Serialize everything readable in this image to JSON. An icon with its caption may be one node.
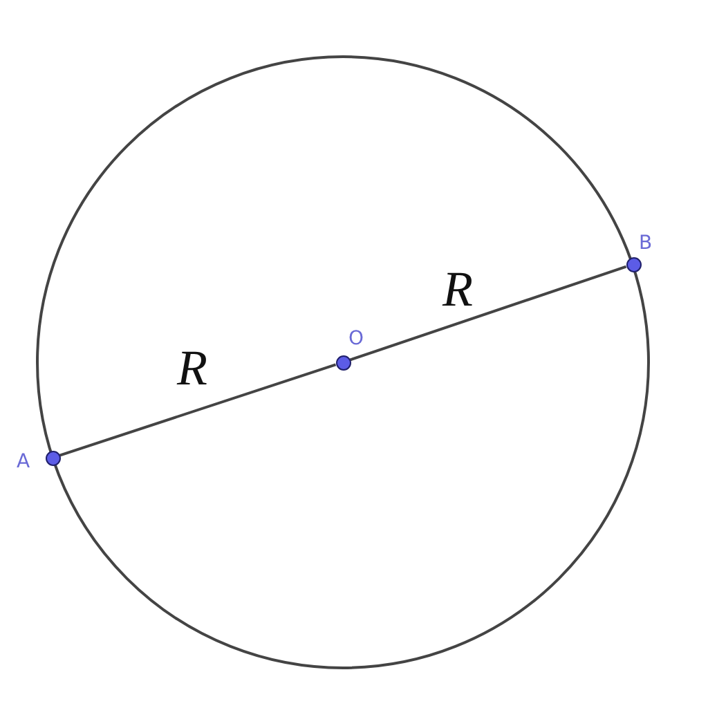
{
  "diagram": {
    "nodes": [
      {
        "text": [],
        "shape": "circle",
        "beside": [
          "A"
        ]
      },
      {
        "text": [],
        "shape": "circle",
        "beside": [
          "O"
        ]
      },
      {
        "text": [],
        "shape": "circle",
        "beside": [
          "B"
        ]
      }
    ],
    "edges": [
      {
        "from": 0,
        "to": 1,
        "arrow": "none",
        "label": "R"
      },
      {
        "from": 1,
        "to": 2,
        "arrow": "none",
        "label": "R"
      }
    ]
  }
}
